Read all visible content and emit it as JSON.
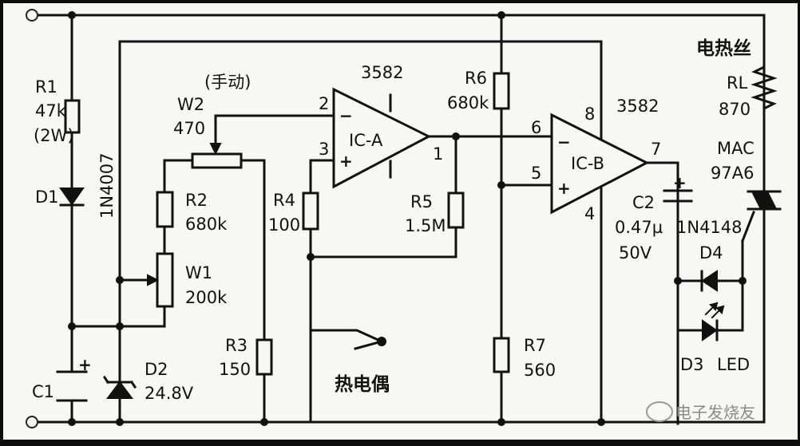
{
  "labels": {
    "r1_name": "R1",
    "r1_val": "47k",
    "r1_power": "(2W)",
    "d1_name": "D1",
    "d1_part": "1N4007",
    "c1_name": "C1",
    "d2_name": "D2",
    "d2_val": "24.8V",
    "w2_mode": "(手动)",
    "w2_name": "W2",
    "w2_val": "470",
    "r2_name": "R2",
    "r2_val": "680k",
    "w1_name": "W1",
    "w1_val": "200k",
    "r3_name": "R3",
    "r3_val": "150",
    "r4_name": "R4",
    "r4_val": "100",
    "r5_name": "R5",
    "r5_val": "1.5M",
    "ic_a_part": "3582",
    "ic_a_name": "IC-A",
    "ic_a_pin2": "2",
    "ic_a_pin3": "3",
    "ic_a_pin1": "1",
    "thermocouple": "热电偶",
    "r6_name": "R6",
    "r6_val": "680k",
    "r7_name": "R7",
    "r7_val": "560",
    "ic_b_part": "3582",
    "ic_b_name": "IC-B",
    "ic_b_pin6": "6",
    "ic_b_pin5": "5",
    "ic_b_pin8": "8",
    "ic_b_pin4": "4",
    "ic_b_pin7": "7",
    "c2_name": "C2",
    "c2_cap": "0.47µ",
    "c2_volt": "50V",
    "d4_part": "1N4148",
    "d4_name": "D4",
    "d3_name": "D3",
    "d3_type": "LED",
    "heater": "电热丝",
    "rl_name": "RL",
    "rl_val": "870",
    "triac_brand": "MAC",
    "triac_part": "97A6",
    "plus": "+",
    "minus": "−"
  },
  "watermark": "电子发烧友"
}
